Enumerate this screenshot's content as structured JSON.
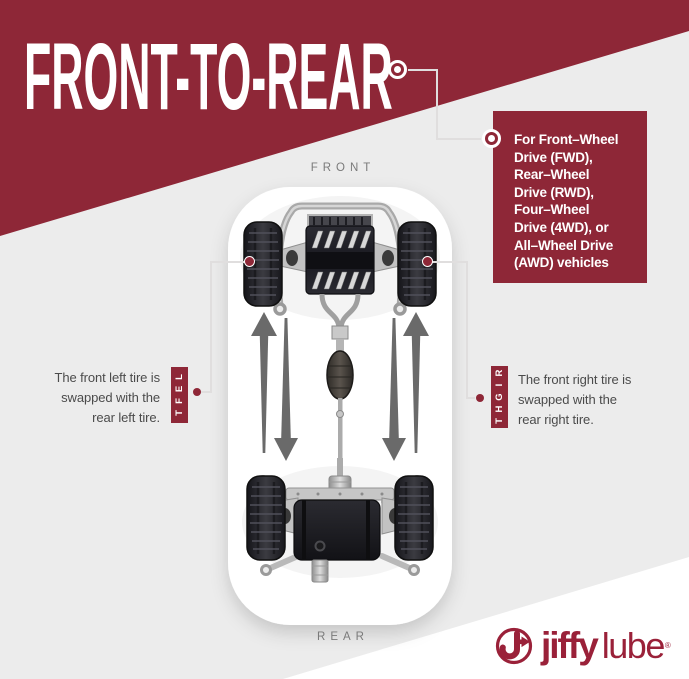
{
  "title": "FRONT-TO-REAR",
  "drive_types_box": {
    "text": "For Front–Wheel\nDrive (FWD),\nRear–Wheel\nDrive (RWD),\nFour–Wheel\nDrive (4WD), or\nAll–Wheel Drive\n(AWD) vehicles"
  },
  "car": {
    "front_label": "FRONT",
    "rear_label": "REAR"
  },
  "left_callout": {
    "tag": "LEFT",
    "text": "The front left tire is\nswapped with the\nrear left tire."
  },
  "right_callout": {
    "tag": "RIGHT",
    "text": "The front right tire is\nswapped with the\nrear right tire."
  },
  "logo": {
    "brand_first": "jiffy",
    "brand_second": "lube",
    "registered_mark": "®"
  },
  "icons": {
    "connector_marker": "target-circle",
    "connection_dot": "filled-circle",
    "swap_up_arrow": "arrow-up",
    "swap_down_arrow": "arrow-down",
    "logo_mark": "jiffylube-j-arrow-circle"
  },
  "colors": {
    "brand_red": "#8E2737",
    "logo_red": "#9A2139",
    "background_gray": "#ECECEC",
    "white": "#FFFFFF",
    "arrow_gray": "#6A6A6A",
    "body_text_gray": "#4B4B4B",
    "label_gray": "#7A7A7A",
    "connector_line": "#E0DEDE"
  }
}
